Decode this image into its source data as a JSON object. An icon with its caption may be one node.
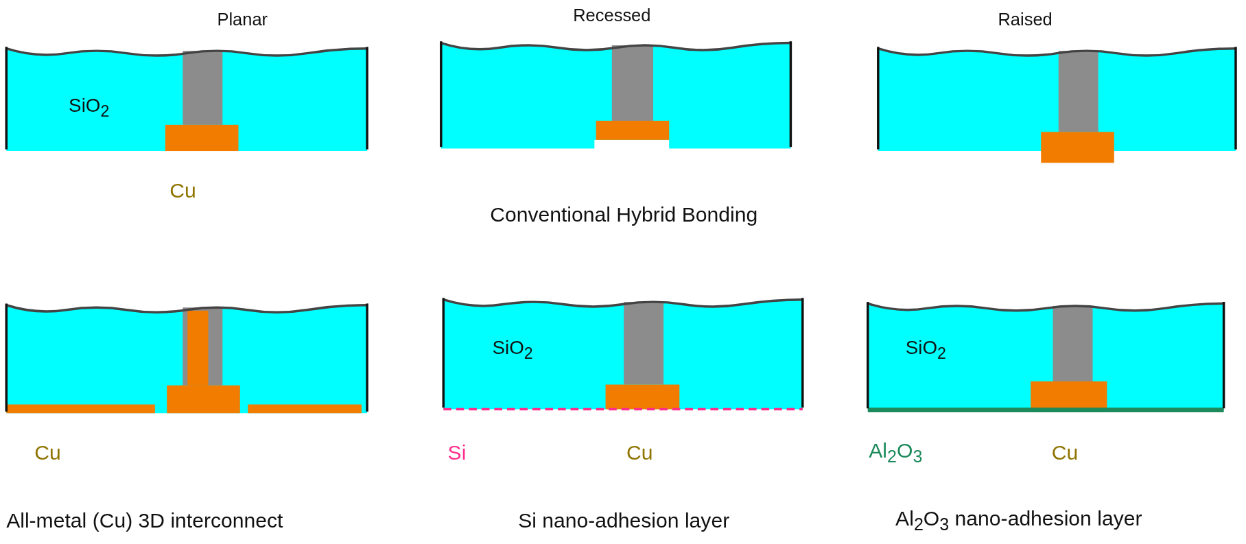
{
  "diagram": {
    "labels": [
      "Planar",
      "Recessed",
      "Raised",
      "SiO$_{2}$",
      "Cu",
      "Conventional Hybrid Bonding",
      "SiO$_{2}$",
      "SiO$_{2}$",
      "Cu",
      "Si",
      "Cu",
      "Al$_{2}$O$_{3}$",
      "Cu",
      "All-metal (Cu) 3D interconnect",
      "Si nano-adhesion layer",
      "Al$_{2}$O$_{3}$ nano-adhesion layer"
    ]
  }
}
